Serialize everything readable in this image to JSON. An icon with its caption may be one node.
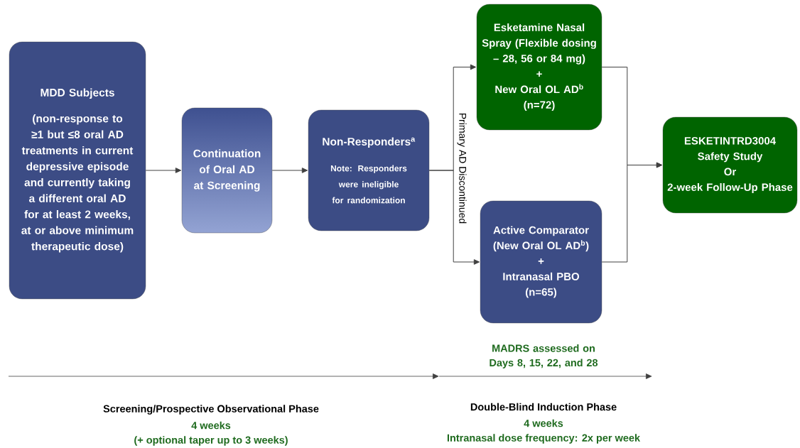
{
  "diagram": {
    "nodes": [
      {
        "text": [
          "MDD Subjects",
          "(non-response to ≥1 but ≤8 oral AD treatments in current depressive episode and currently taking a different oral AD for at least 2 weeks, at or above minimum therapeutic dose)"
        ]
      },
      {
        "text": [
          "Continuation of Oral AD at Screening"
        ]
      },
      {
        "text": [
          "Non-Responders$^{a}$",
          "Note: Responders were ineligible for randomization"
        ]
      },
      {
        "text": [
          "Esketamine Nasal Spray (Flexible dosing – 28, 56 or 84 mg)",
          "+",
          "New Oral OL AD$^{b}$",
          "(n=72)"
        ]
      },
      {
        "text": [
          "Active Comparator (New Oral OL AD$^{b}$)",
          "+",
          "Intranasal PBO",
          "(n=65)"
        ]
      },
      {
        "text": [
          "ESKETINTRD3004 Safety Study",
          "Or",
          "2-week Follow-Up Phase"
        ]
      }
    ],
    "edges": [
      {
        "from": 0,
        "to": 1,
        "arrow": "to"
      },
      {
        "from": 1,
        "to": 2,
        "arrow": "to"
      },
      {
        "from": 2,
        "to": 3,
        "arrow": "to"
      },
      {
        "from": 2,
        "to": 4,
        "arrow": "to"
      },
      {
        "from": 3,
        "to": 5,
        "arrow": "to"
      },
      {
        "from": 4,
        "to": 5,
        "arrow": "to"
      }
    ],
    "labels": [
      "Primary AD Discontinued",
      "MADRS assessed on Days 8, 15, 22, and 28",
      "Screening/Prospective Observational Phase",
      "4 weeks",
      "(+ optional taper up to 3 weeks)",
      "Double-Blind Induction Phase",
      "4 weeks",
      "Intranasal dose frequency: 2x per week"
    ]
  }
}
